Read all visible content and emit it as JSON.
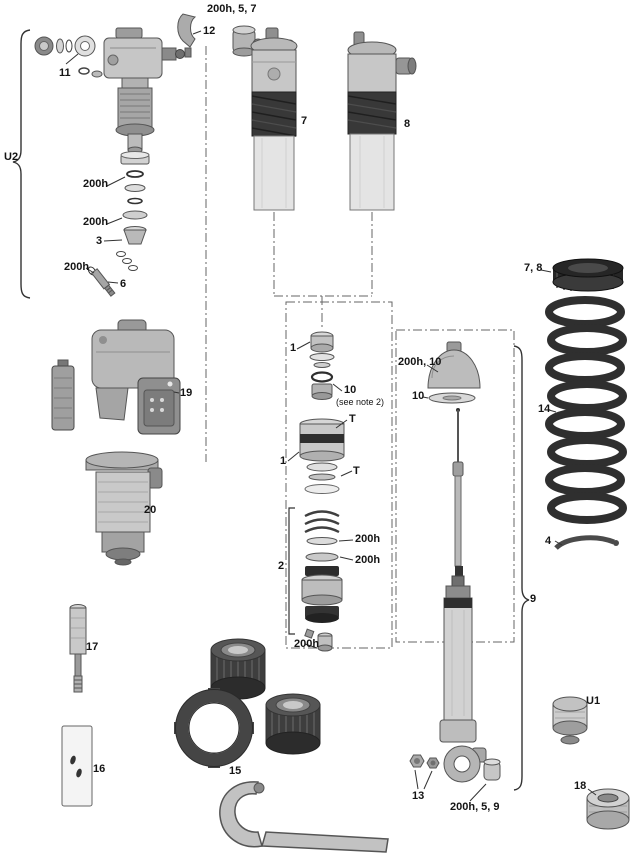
{
  "labels": {
    "u2": "U2",
    "p11": "11",
    "p12": "12",
    "h200_5_7": "200h, 5, 7",
    "p7": "7",
    "p8": "8",
    "h200_a": "200h",
    "h200_b": "200h",
    "p3": "3",
    "h200_c": "200h",
    "p6": "6",
    "p1a": "1",
    "p10a": "10",
    "note10": "(see note 2)",
    "t1": "T",
    "p1b": "1",
    "t2": "T",
    "p2": "2",
    "h200_d": "200h",
    "h200_e": "200h",
    "h200_f": "200h",
    "h200_10": "200h, 10",
    "p10b": "10",
    "p19": "19",
    "p20": "20",
    "p14": "14",
    "p7_8": "7, 8",
    "p4": "4",
    "p9": "9",
    "p17": "17",
    "p16": "16",
    "p15": "15",
    "p13": "13",
    "h200_5_9": "200h, 5, 9",
    "u1": "U1",
    "p18": "18"
  },
  "colors": {
    "background": "#ffffff",
    "outline": "#555555",
    "part_dark": "#2e2e2e",
    "part_mid": "#a8a8a8",
    "part_light": "#d9d9d9",
    "label_text": "#141414"
  }
}
